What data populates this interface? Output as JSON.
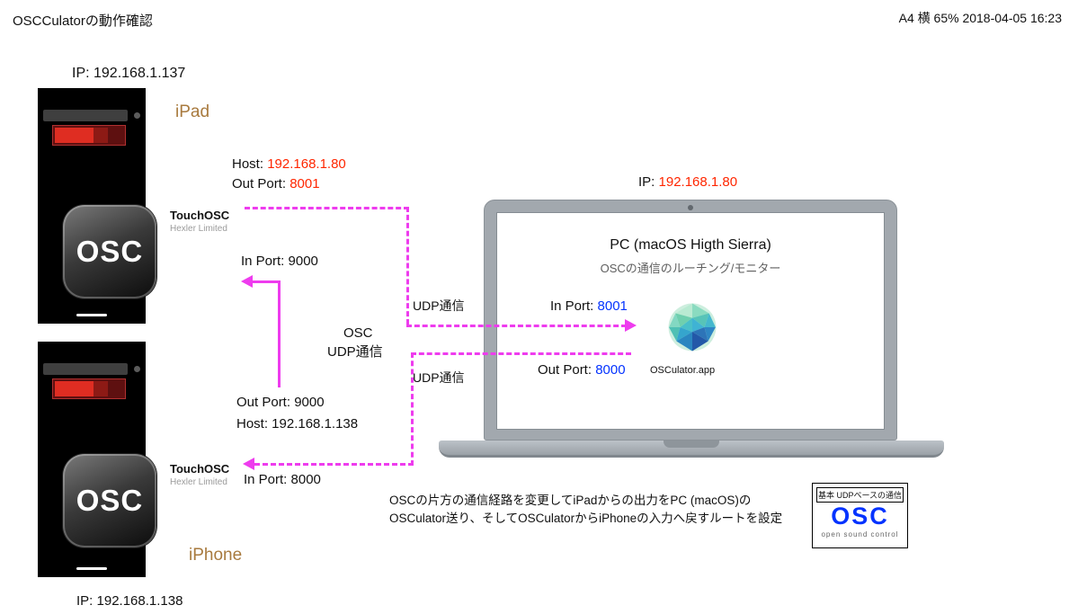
{
  "header": {
    "title": "OSCCulatorの動作確認",
    "page_info": "A4 横 65% 2018-04-05 16:23"
  },
  "ipad": {
    "ip": "IP: 192.168.1.137",
    "device_label": "iPad",
    "host_label": "Host: ",
    "host_value": "192.168.1.80",
    "out_port_label": "Out Port: ",
    "out_port_value": "8001",
    "in_port": "In Port: 9000",
    "app_name": "TouchOSC",
    "app_vendor": "Hexler Limited",
    "icon_text": "OSC"
  },
  "iphone": {
    "ip": "IP: 192.168.1.138",
    "device_label": "iPhone",
    "out_port": "Out Port: 9000",
    "host": "Host: 192.168.1.138",
    "in_port": "In Port: 8000",
    "app_name": "TouchOSC",
    "app_vendor": "Hexler Limited",
    "icon_text": "OSC"
  },
  "pc": {
    "ip_label": "IP: ",
    "ip_value": "192.168.1.80",
    "title": "PC (macOS Higth Sierra)",
    "subtitle": "OSCの通信のルーチング/モニター",
    "in_port_label": "In Port: ",
    "in_port_value": "8001",
    "out_port_label": "Out Port: ",
    "out_port_value": "8000",
    "app_label": "OSCulator.app"
  },
  "links": {
    "udp_top": "UDP通信",
    "udp_bottom": "UDP通信",
    "osc_line1": "OSC",
    "osc_line2": "UDP通信"
  },
  "note": {
    "line1": "OSCの片方の通信経路を変更してiPadからの出力をPC (macOS)の",
    "line2": "OSCulator送り、そしてOSCulatorからiPhoneの入力へ戻すルートを設定"
  },
  "osc_logo": {
    "top": "基本 UDPベースの通信",
    "main": "OSC",
    "bottom": "open sound control"
  },
  "colors": {
    "magenta": "#ee3cee",
    "red": "#ff2600",
    "blue": "#0433ff",
    "tan": "#a87a3e"
  }
}
